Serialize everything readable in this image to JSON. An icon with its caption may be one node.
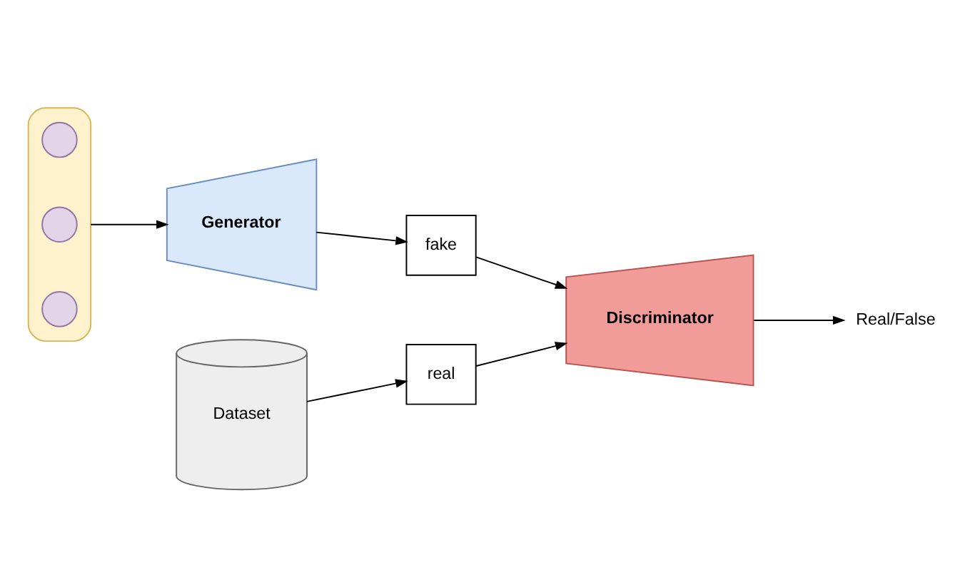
{
  "diagram": {
    "nodes": [
      {
        "text": [],
        "shape": "box"
      },
      {
        "text": [],
        "shape": "circle",
        "in": 0
      },
      {
        "text": [],
        "shape": "circle",
        "in": 0
      },
      {
        "text": [],
        "shape": "circle",
        "in": 0
      },
      {
        "text": [
          "Generator"
        ]
      },
      {
        "text": [
          "fake"
        ]
      },
      {
        "text": [
          "Dataset"
        ]
      },
      {
        "text": [
          "real"
        ]
      },
      {
        "text": [
          "Discriminator"
        ]
      },
      {
        "text": [
          "Real/False"
        ]
      }
    ],
    "edges": [
      {
        "from": 0,
        "to": 4,
        "arrow": "to"
      },
      {
        "from": 4,
        "to": 5,
        "arrow": "to"
      },
      {
        "from": 5,
        "to": 8,
        "arrow": "to"
      },
      {
        "from": 6,
        "to": 7,
        "arrow": "to"
      },
      {
        "from": 7,
        "to": 8,
        "arrow": "to"
      },
      {
        "from": 8,
        "to": 9,
        "arrow": "to"
      }
    ]
  }
}
